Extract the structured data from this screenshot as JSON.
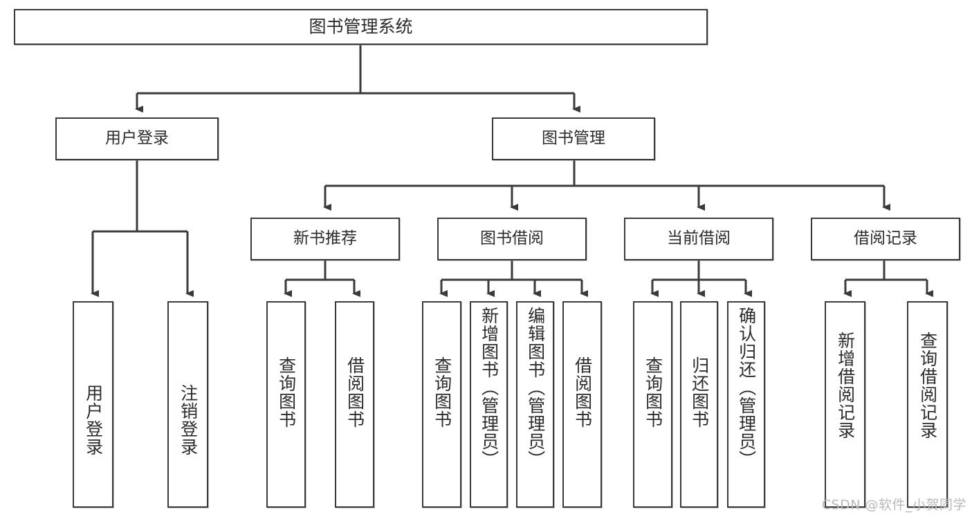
{
  "diagram": {
    "title": "图书管理系统",
    "type": "tree-structure-chart",
    "nodes": {
      "root": {
        "label": "图书管理系统"
      },
      "level2": [
        {
          "id": "user-login",
          "label": "用户登录"
        },
        {
          "id": "book-manage",
          "label": "图书管理"
        }
      ],
      "level3": [
        {
          "id": "new-book-recommend",
          "label": "新书推荐"
        },
        {
          "id": "book-borrow",
          "label": "图书借阅"
        },
        {
          "id": "current-borrow",
          "label": "当前借阅"
        },
        {
          "id": "borrow-record",
          "label": "借阅记录"
        }
      ],
      "leaves": {
        "user-login": [
          {
            "id": "leaf-user-login",
            "label": "用户登录"
          },
          {
            "id": "leaf-user-logout",
            "label": "注销登录"
          }
        ],
        "new-book-recommend": [
          {
            "id": "leaf-query-book-1",
            "label": "查询图书"
          },
          {
            "id": "leaf-borrow-book-1",
            "label": "借阅图书"
          }
        ],
        "book-borrow": [
          {
            "id": "leaf-query-book-2",
            "label": "查询图书"
          },
          {
            "id": "leaf-add-book",
            "label": "新增图书（管理员）"
          },
          {
            "id": "leaf-edit-book",
            "label": "编辑图书（管理员）"
          },
          {
            "id": "leaf-borrow-book-2",
            "label": "借阅图书"
          }
        ],
        "current-borrow": [
          {
            "id": "leaf-query-book-3",
            "label": "查询图书"
          },
          {
            "id": "leaf-return-book",
            "label": "归还图书"
          },
          {
            "id": "leaf-confirm-return",
            "label": "确认归还（管理员）"
          }
        ],
        "borrow-record": [
          {
            "id": "leaf-add-record",
            "label": "新增借阅记录"
          },
          {
            "id": "leaf-query-record",
            "label": "查询借阅记录"
          }
        ]
      }
    },
    "colors": {
      "box_border": "#3a3a3a",
      "box_fill": "#ffffff",
      "connector": "#3a3a3a",
      "text": "#2b2b2b",
      "watermark": "#b9b9b9"
    }
  },
  "watermark": {
    "text": "CSDN @软件_小贺同学"
  }
}
